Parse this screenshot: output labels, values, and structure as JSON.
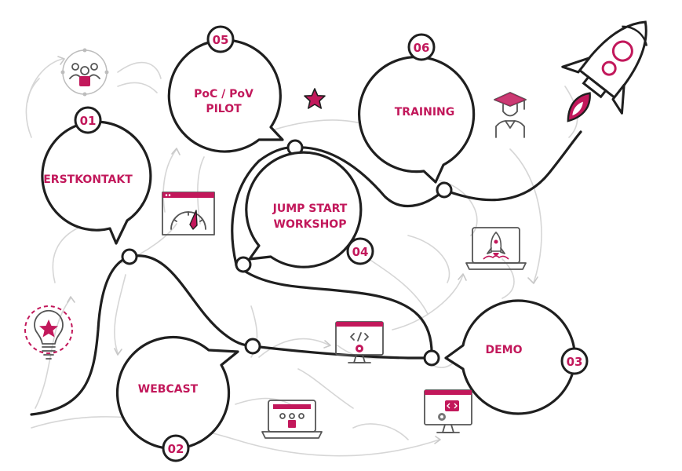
{
  "stages": [
    {
      "number": "01",
      "label": "ERSTKONTAKT"
    },
    {
      "number": "02",
      "label": "WEBCAST"
    },
    {
      "number": "03",
      "label": "DEMO"
    },
    {
      "number": "04",
      "label_line1": "JUMP START",
      "label_line2": "WORKSHOP"
    },
    {
      "number": "05",
      "label_line1": "PoC / PoV",
      "label_line2": "PILOT"
    },
    {
      "number": "06",
      "label": "TRAINING"
    }
  ],
  "colors": {
    "accent": "#c2185b",
    "line": "#1f1f1f",
    "faint": "#d6d6d6",
    "icon": "#555555"
  },
  "icons": [
    "team-icon",
    "star-icon",
    "graduate-icon",
    "rocket-icon",
    "speedometer-window-icon",
    "laptop-rocket-icon",
    "code-gear-monitor-icon",
    "code-monitor-icon",
    "laptop-video-call-icon",
    "lightbulb-star-icon"
  ]
}
